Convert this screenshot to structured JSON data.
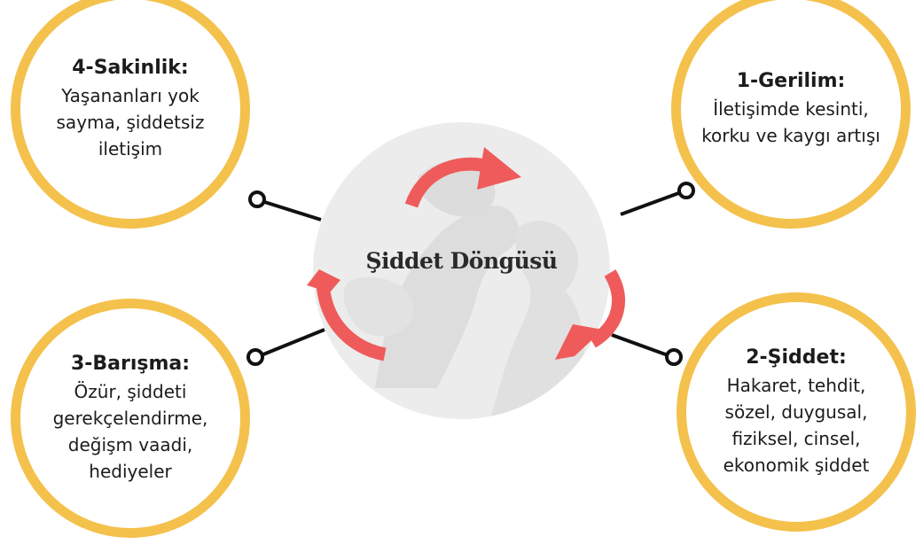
{
  "diagram": {
    "center": {
      "title": "Şiddet Döngüsü"
    },
    "stages": [
      {
        "id": "sakinlik",
        "title": "4-Sakinlik:",
        "lines": [
          "Yaşananları yok",
          "sayma, şiddetsiz",
          "iletişim"
        ]
      },
      {
        "id": "gerilim",
        "title": "1-Gerilim:",
        "lines": [
          "İletişimde kesinti,",
          "korku ve kaygı artışı"
        ]
      },
      {
        "id": "barisma",
        "title": "3-Barışma:",
        "lines": [
          "Özür, şiddeti",
          "gerekçelendirme,",
          "değişm vaadi,",
          "hediyeler"
        ]
      },
      {
        "id": "siddet",
        "title": "2-Şiddet:",
        "lines": [
          "Hakaret, tehdit,",
          "sözel, duygusal,",
          "fiziksel, cinsel,",
          "ekonomik şiddet"
        ]
      }
    ],
    "colors": {
      "bubble_border": "#f4c14c",
      "arrow": "#ef5b5b",
      "connector": "#111111",
      "center_fill": "#ececec"
    }
  }
}
